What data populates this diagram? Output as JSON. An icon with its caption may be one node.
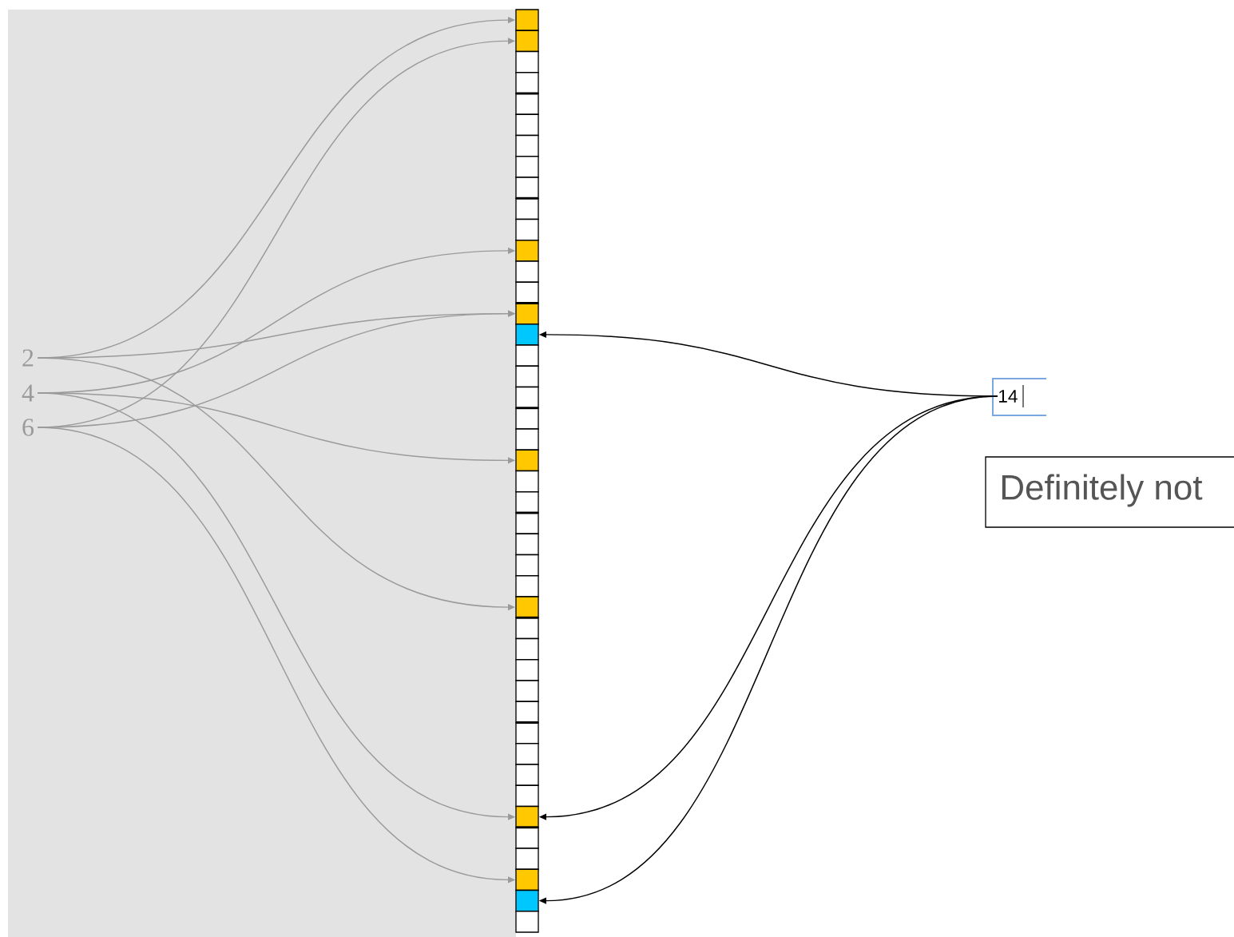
{
  "diagram": {
    "nodes": [
      {
        "text": [
          "2"
        ]
      },
      {
        "text": [
          "4"
        ]
      },
      {
        "text": [
          "6"
        ]
      },
      {
        "text": [],
        "shape": "box"
      },
      {
        "text": [],
        "shape": "box"
      },
      {
        "text": [],
        "shape": "box"
      },
      {
        "text": [],
        "shape": "box"
      },
      {
        "text": [],
        "shape": "box"
      },
      {
        "text": [],
        "shape": "box"
      },
      {
        "text": [],
        "shape": "box"
      },
      {
        "text": [],
        "shape": "box"
      },
      {
        "text": [],
        "shape": "box"
      },
      {
        "text": [],
        "shape": "box"
      },
      {
        "text": [],
        "shape": "box"
      },
      {
        "text": [],
        "shape": "box"
      },
      {
        "text": [],
        "shape": "box"
      },
      {
        "text": [],
        "shape": "box"
      },
      {
        "text": [],
        "shape": "box"
      },
      {
        "text": [],
        "shape": "box"
      },
      {
        "text": [],
        "shape": "box"
      },
      {
        "text": [],
        "shape": "box"
      },
      {
        "text": [],
        "shape": "box"
      },
      {
        "text": [],
        "shape": "box"
      },
      {
        "text": [],
        "shape": "box"
      },
      {
        "text": [],
        "shape": "box"
      },
      {
        "text": [],
        "shape": "box"
      },
      {
        "text": [],
        "shape": "box"
      },
      {
        "text": [],
        "shape": "box"
      },
      {
        "text": [],
        "shape": "box"
      },
      {
        "text": [],
        "shape": "box"
      },
      {
        "text": [],
        "shape": "box"
      },
      {
        "text": [],
        "shape": "box"
      },
      {
        "text": [],
        "shape": "box"
      },
      {
        "text": [],
        "shape": "box"
      },
      {
        "text": [],
        "shape": "box"
      },
      {
        "text": [],
        "shape": "box"
      },
      {
        "text": [],
        "shape": "box"
      },
      {
        "text": [],
        "shape": "box"
      },
      {
        "text": [],
        "shape": "box"
      },
      {
        "text": [],
        "shape": "box"
      },
      {
        "text": [],
        "shape": "box"
      },
      {
        "text": [],
        "shape": "box"
      },
      {
        "text": [],
        "shape": "box"
      },
      {
        "text": [],
        "shape": "box"
      },
      {
        "text": [],
        "shape": "box"
      },
      {
        "text": [],
        "shape": "box"
      },
      {
        "text": [],
        "shape": "box"
      },
      {
        "text": [
          "14"
        ]
      },
      {
        "text": [
          "Definitely not"
        ]
      }
    ],
    "edges": [
      {
        "from": 0,
        "to": 3,
        "arrow": "to"
      },
      {
        "from": 0,
        "to": 17,
        "arrow": "to"
      },
      {
        "from": 0,
        "to": 31,
        "arrow": "to"
      },
      {
        "from": 1,
        "to": 14,
        "arrow": "to"
      },
      {
        "from": 1,
        "to": 24,
        "arrow": "to"
      },
      {
        "from": 1,
        "to": 41,
        "arrow": "to"
      },
      {
        "from": 2,
        "to": 4,
        "arrow": "to"
      },
      {
        "from": 2,
        "to": 17,
        "arrow": "to"
      },
      {
        "from": 2,
        "to": 44,
        "arrow": "to"
      },
      {
        "from": 47,
        "to": 18,
        "arrow": "to",
        "color": "#000000"
      },
      {
        "from": 47,
        "to": 41,
        "arrow": "to",
        "color": "#000000"
      },
      {
        "from": 47,
        "to": 45,
        "arrow": "to",
        "color": "#000000"
      }
    ]
  }
}
